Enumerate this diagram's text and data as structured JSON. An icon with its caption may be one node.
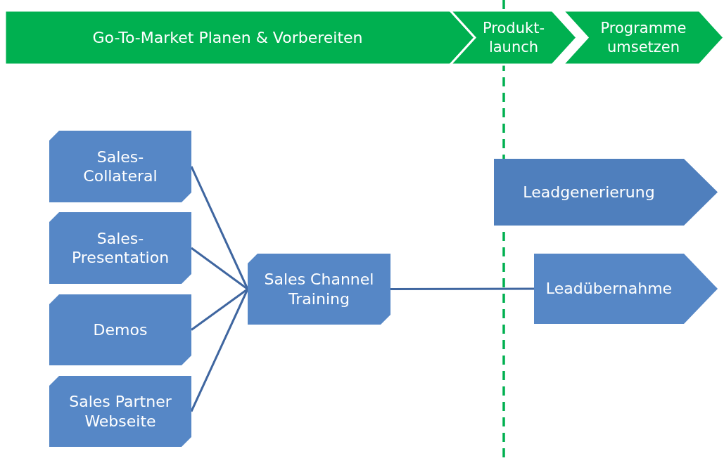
{
  "diagram": {
    "nodes": [
      {
        "text": [
          "Go-To-Market Planen & Vorbereiten"
        ]
      },
      {
        "text": [
          "Produkt- launch"
        ]
      },
      {
        "text": [
          "Programme umsetzen"
        ]
      },
      {
        "text": [
          "Sales- Collateral"
        ]
      },
      {
        "text": [
          "Sales- Presentation"
        ]
      },
      {
        "text": [
          "Demos"
        ]
      },
      {
        "text": [
          "Sales Partner Webseite"
        ]
      },
      {
        "text": [
          "Sales Channel Training"
        ]
      },
      {
        "text": [
          "Leadgenerierung"
        ]
      },
      {
        "text": [
          "Leadübernahme"
        ]
      }
    ],
    "edges": [
      {
        "from": 3,
        "to": 7,
        "arrow": "none"
      },
      {
        "from": 4,
        "to": 7,
        "arrow": "none"
      },
      {
        "from": 5,
        "to": 7,
        "arrow": "none"
      },
      {
        "from": 6,
        "to": 7,
        "arrow": "none"
      },
      {
        "from": 7,
        "to": 9,
        "arrow": "none"
      }
    ]
  }
}
